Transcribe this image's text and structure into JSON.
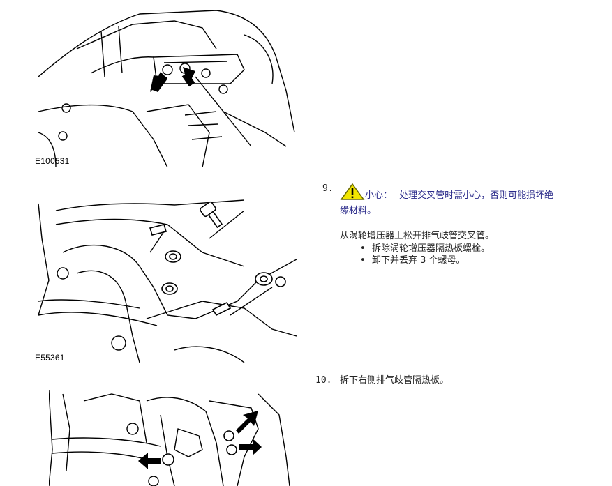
{
  "figures": [
    {
      "label": "E100531"
    },
    {
      "label": "E55361"
    },
    {
      "label": ""
    }
  ],
  "step9": {
    "number": "9.",
    "caution_label": "小心：",
    "caution_text_line1": "处理交叉管时需小心，否则可能损坏绝",
    "caution_text_line2": "缘材料。",
    "instruction": "从涡轮增压器上松开排气歧管交叉管。",
    "bullets": [
      "拆除涡轮增压器隔热板螺栓。",
      "卸下并丢弃 3 个螺母。"
    ]
  },
  "step10": {
    "number": "10.",
    "text": "拆下右侧排气歧管隔热板。"
  },
  "colors": {
    "caution_text": "#2a2a8a",
    "warning_fill": "#f2e600"
  }
}
